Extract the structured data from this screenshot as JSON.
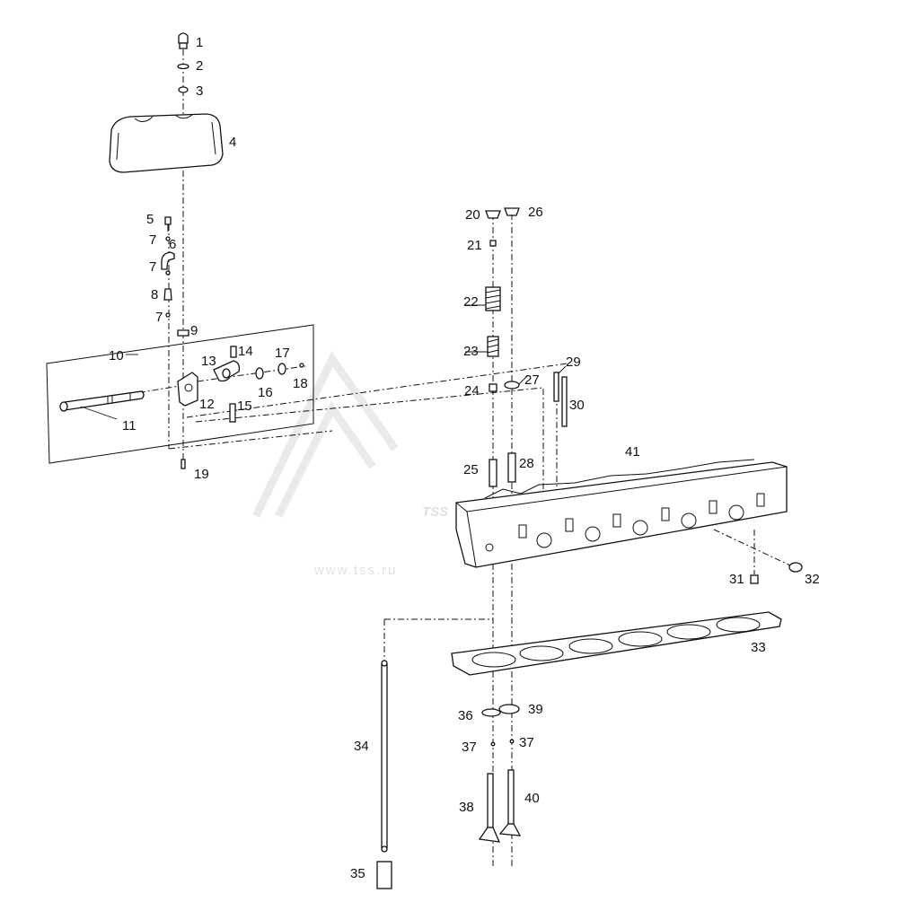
{
  "watermark": {
    "logo_text": "TSS",
    "url": "www.tss.ru"
  },
  "callouts": [
    {
      "n": "1"
    },
    {
      "n": "2"
    },
    {
      "n": "3"
    },
    {
      "n": "4"
    },
    {
      "n": "5"
    },
    {
      "n": "6"
    },
    {
      "n": "7"
    },
    {
      "n": "7"
    },
    {
      "n": "8"
    },
    {
      "n": "7"
    },
    {
      "n": "9"
    },
    {
      "n": "10"
    },
    {
      "n": "11"
    },
    {
      "n": "12"
    },
    {
      "n": "13"
    },
    {
      "n": "14"
    },
    {
      "n": "15"
    },
    {
      "n": "16"
    },
    {
      "n": "17"
    },
    {
      "n": "18"
    },
    {
      "n": "19"
    },
    {
      "n": "20"
    },
    {
      "n": "21"
    },
    {
      "n": "22"
    },
    {
      "n": "23"
    },
    {
      "n": "24"
    },
    {
      "n": "25"
    },
    {
      "n": "26"
    },
    {
      "n": "27"
    },
    {
      "n": "28"
    },
    {
      "n": "29"
    },
    {
      "n": "30"
    },
    {
      "n": "31"
    },
    {
      "n": "32"
    },
    {
      "n": "33"
    },
    {
      "n": "34"
    },
    {
      "n": "35"
    },
    {
      "n": "36"
    },
    {
      "n": "37"
    },
    {
      "n": "37"
    },
    {
      "n": "38"
    },
    {
      "n": "39"
    },
    {
      "n": "40"
    },
    {
      "n": "41"
    }
  ]
}
